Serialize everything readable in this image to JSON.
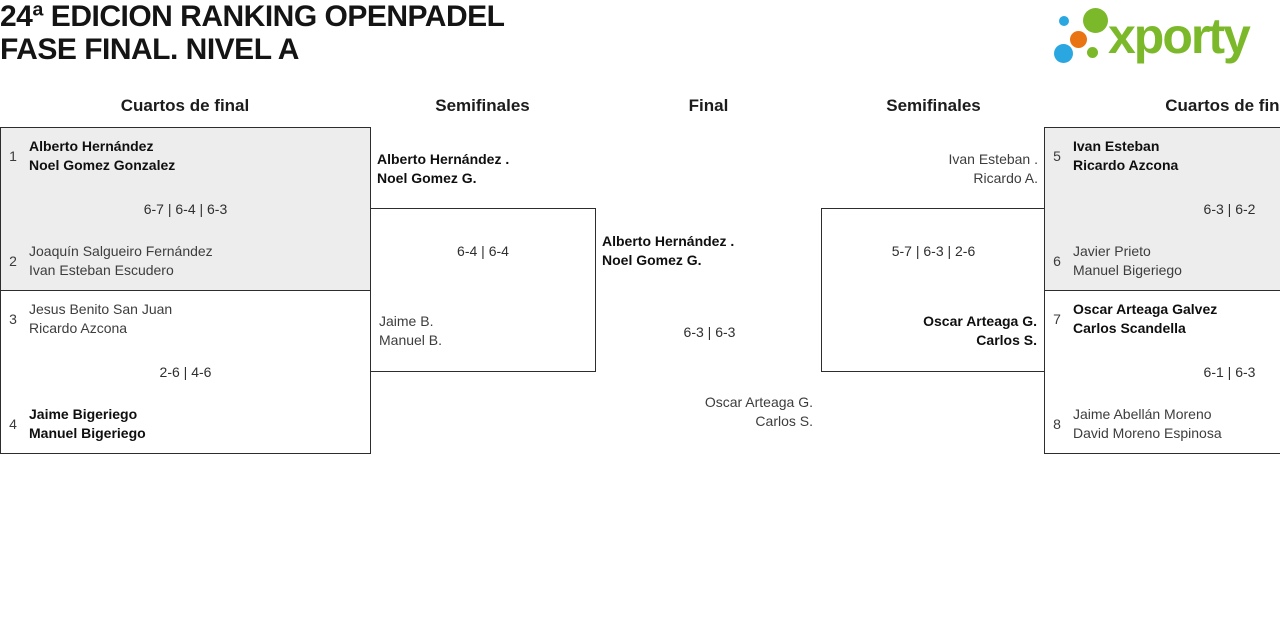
{
  "header": {
    "title_line1": "24ª EDICION RANKING OPENPADEL",
    "title_line2": "FASE FINAL. NIVEL A",
    "logo": {
      "text": "xporty",
      "green": "#7cb92a",
      "blue": "#2aa7e0",
      "orange": "#e87511"
    }
  },
  "rounds": [
    "Cuartos de final",
    "Semifinales",
    "Final",
    "Semifinales",
    "Cuartos de final"
  ],
  "matches": {
    "qf_left_top": {
      "seed1": "1",
      "team1": [
        "Alberto Hernández",
        "Noel Gomez Gonzalez"
      ],
      "score": "6-7 | 6-4 | 6-3",
      "seed2": "2",
      "team2": [
        "Joaquín Salgueiro Fernández",
        "Ivan Esteban Escudero"
      ]
    },
    "qf_left_bottom": {
      "seed1": "3",
      "team1": [
        "Jesus Benito San Juan",
        "Ricardo Azcona"
      ],
      "score": "2-6 | 4-6",
      "seed2": "4",
      "team2": [
        "Jaime Bigeriego",
        "Manuel Bigeriego"
      ]
    },
    "sf_left": {
      "team1": [
        "Alberto Hernández .",
        "Noel Gomez G."
      ],
      "score": "6-4 | 6-4",
      "team2": [
        "Jaime B.",
        "Manuel B."
      ]
    },
    "final": {
      "team1": [
        "Alberto Hernández .",
        "Noel Gomez G."
      ],
      "score": "6-3 | 6-3",
      "team2": [
        "Oscar Arteaga G.",
        "Carlos S."
      ]
    },
    "sf_right": {
      "team1": [
        "Ivan Esteban .",
        "Ricardo A."
      ],
      "score": "5-7 | 6-3 | 2-6",
      "team2": [
        "Oscar Arteaga G.",
        "Carlos S."
      ]
    },
    "qf_right_top": {
      "seed1": "5",
      "team1": [
        "Ivan Esteban",
        "Ricardo Azcona"
      ],
      "score": "6-3 | 6-2",
      "seed2": "6",
      "team2": [
        "Javier Prieto",
        "Manuel Bigeriego"
      ]
    },
    "qf_right_bottom": {
      "seed1": "7",
      "team1": [
        "Oscar Arteaga Galvez",
        "Carlos Scandella"
      ],
      "score": "6-1 | 6-3",
      "seed2": "8",
      "team2": [
        "Jaime Abellán Moreno",
        "David Moreno Espinosa"
      ]
    }
  },
  "colors": {
    "box_border": "#2d2d2d",
    "box_shaded": "#ededed",
    "winner_text": "#0f0f0f",
    "loser_text": "#3d3d3d"
  }
}
